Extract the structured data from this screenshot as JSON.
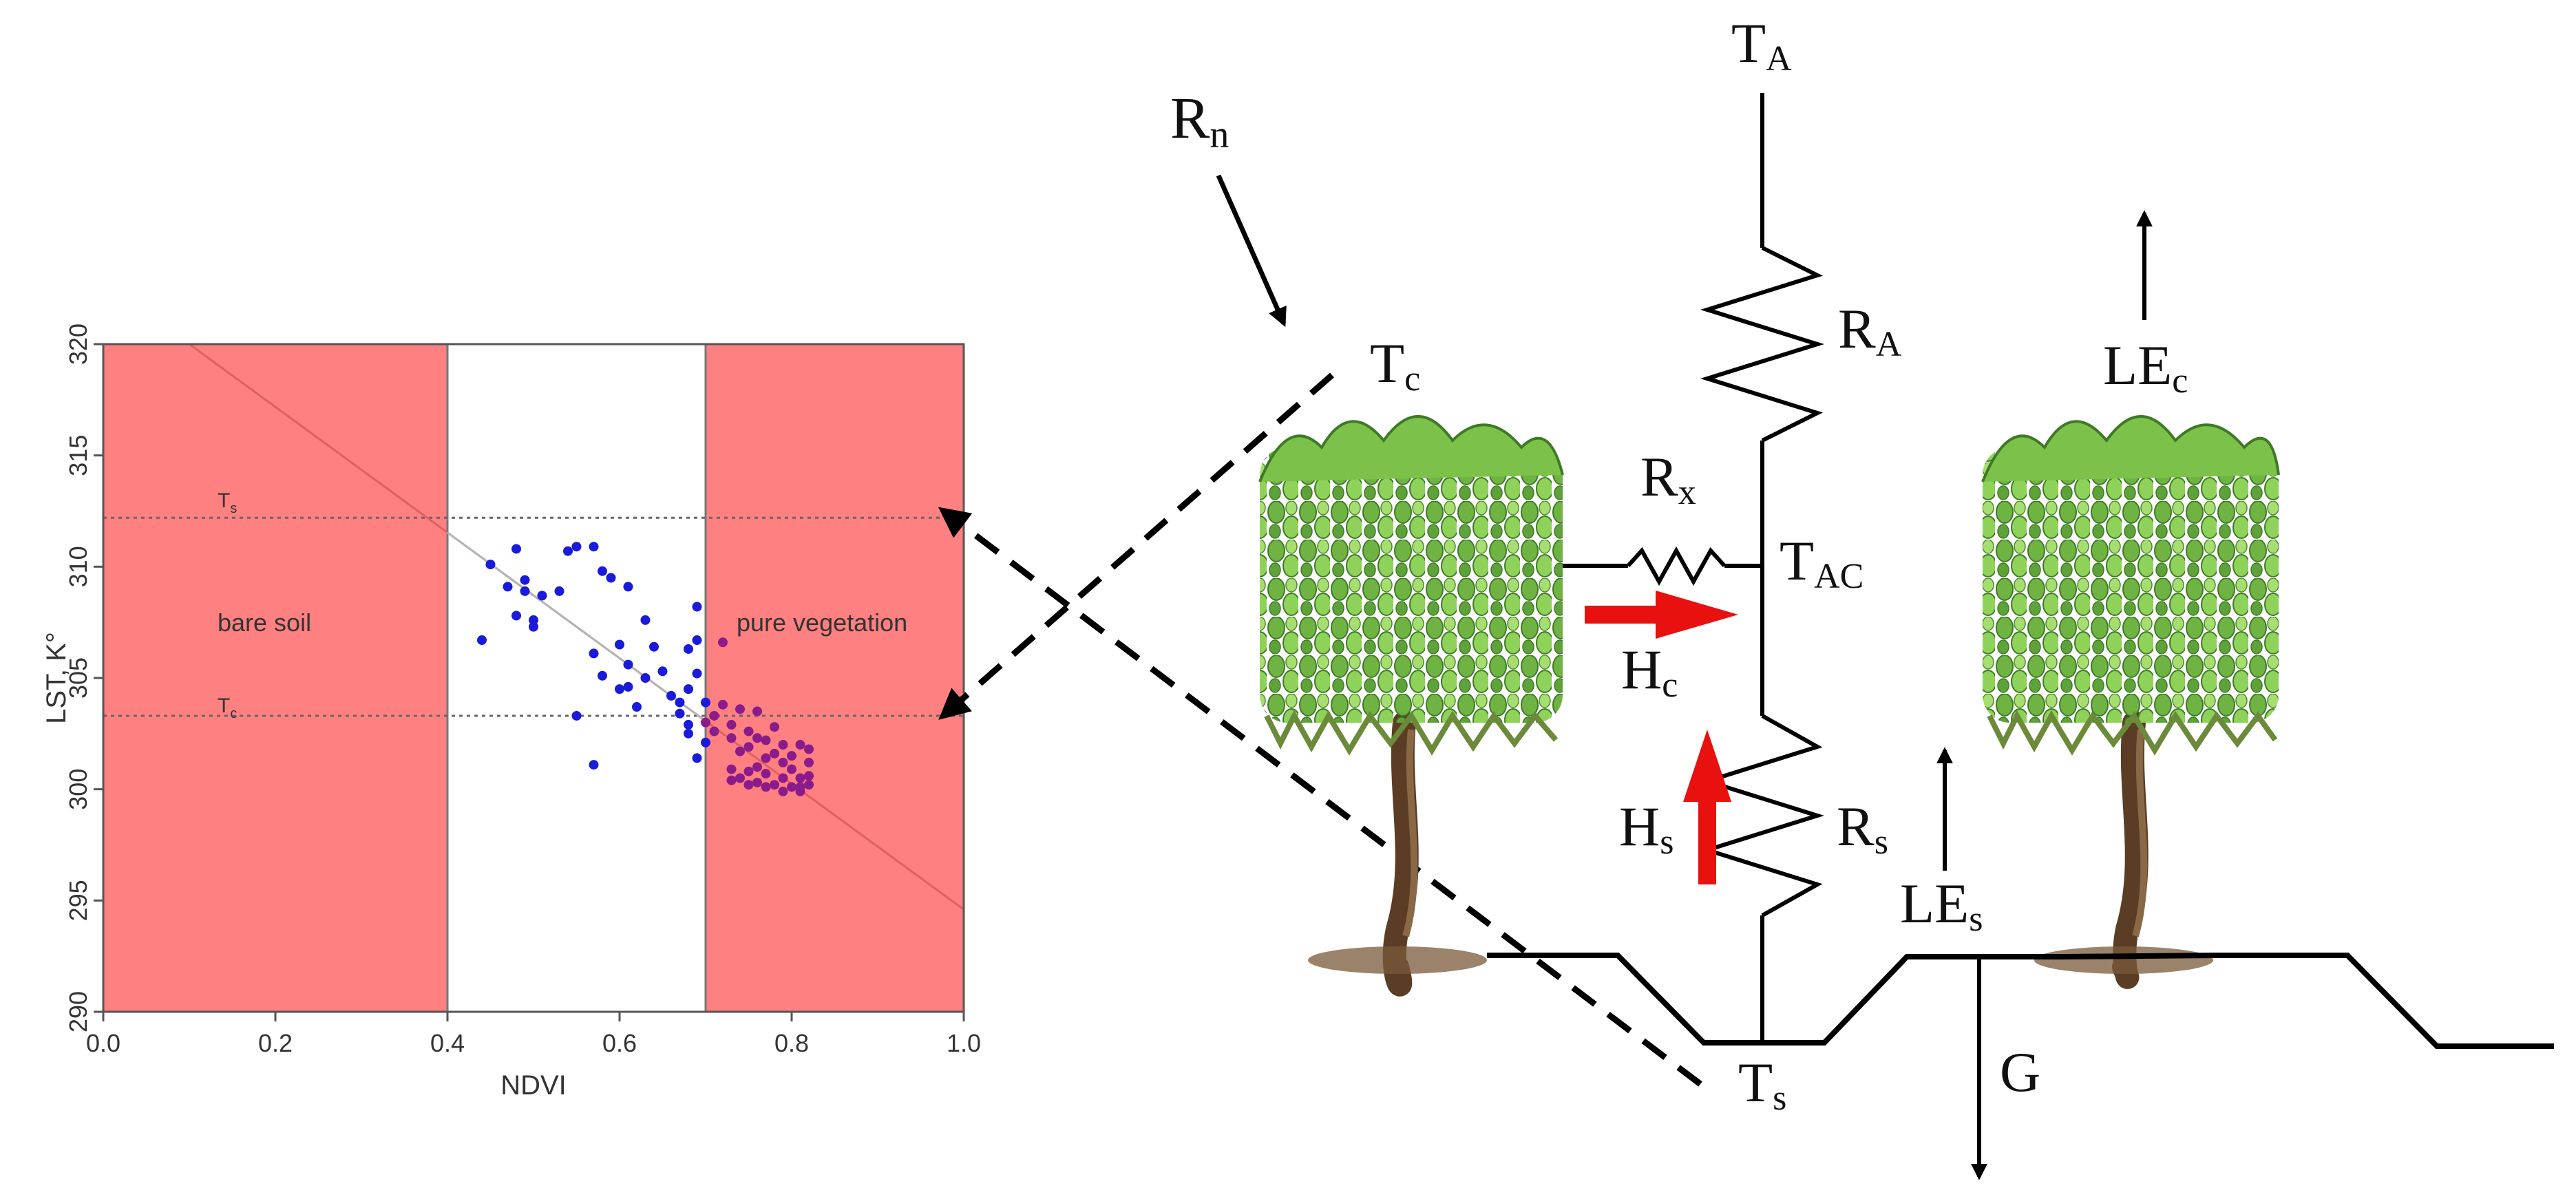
{
  "chart_data": {
    "type": "scatter",
    "xlabel": "NDVI",
    "ylabel": "LST, K°",
    "xlim": [
      0.0,
      1.0
    ],
    "ylim": [
      290,
      320
    ],
    "x_ticks": [
      "0.0",
      "0.2",
      "0.4",
      "0.6",
      "0.8",
      "1.0"
    ],
    "y_ticks": [
      "290",
      "295",
      "300",
      "305",
      "310",
      "315",
      "320"
    ],
    "regions": [
      {
        "label": "bare soil",
        "x_range": [
          0.0,
          0.4
        ],
        "color": "#ff8080"
      },
      {
        "label": "",
        "x_range": [
          0.4,
          0.7
        ],
        "color": "#ffffff"
      },
      {
        "label": "pure vegetation",
        "x_range": [
          0.7,
          1.0
        ],
        "color": "#ff8080"
      }
    ],
    "reference_lines": [
      {
        "label": "Ts",
        "y": 312.2
      },
      {
        "label": "Tc",
        "y": 303.3
      }
    ],
    "trend_line": {
      "x": [
        0.1,
        1.0
      ],
      "y": [
        320,
        294.6
      ],
      "color": "#e06060"
    },
    "series": [
      {
        "color": "#1a1adb",
        "points": [
          [
            0.44,
            306.7
          ],
          [
            0.45,
            310.1
          ],
          [
            0.47,
            309.1
          ],
          [
            0.48,
            307.8
          ],
          [
            0.48,
            310.8
          ],
          [
            0.49,
            309.4
          ],
          [
            0.49,
            308.9
          ],
          [
            0.5,
            307.6
          ],
          [
            0.5,
            307.3
          ],
          [
            0.51,
            308.7
          ],
          [
            0.53,
            308.9
          ],
          [
            0.54,
            310.7
          ],
          [
            0.55,
            310.9
          ],
          [
            0.55,
            303.3
          ],
          [
            0.57,
            310.9
          ],
          [
            0.57,
            301.1
          ],
          [
            0.57,
            306.1
          ],
          [
            0.58,
            305.1
          ],
          [
            0.58,
            309.8
          ],
          [
            0.59,
            309.5
          ],
          [
            0.6,
            304.5
          ],
          [
            0.6,
            306.5
          ],
          [
            0.61,
            304.6
          ],
          [
            0.61,
            309.1
          ],
          [
            0.61,
            305.6
          ],
          [
            0.62,
            303.7
          ],
          [
            0.63,
            305.0
          ],
          [
            0.63,
            307.6
          ],
          [
            0.64,
            306.4
          ],
          [
            0.65,
            305.3
          ],
          [
            0.66,
            304.2
          ],
          [
            0.67,
            303.4
          ],
          [
            0.67,
            303.9
          ],
          [
            0.68,
            302.5
          ],
          [
            0.68,
            304.5
          ],
          [
            0.68,
            306.3
          ],
          [
            0.68,
            302.9
          ],
          [
            0.69,
            308.2
          ],
          [
            0.69,
            301.4
          ],
          [
            0.69,
            306.7
          ],
          [
            0.69,
            305.2
          ],
          [
            0.7,
            303.9
          ],
          [
            0.7,
            302.1
          ]
        ]
      },
      {
        "color": "#8b1a8b",
        "points": [
          [
            0.7,
            303.0
          ],
          [
            0.71,
            302.6
          ],
          [
            0.71,
            303.3
          ],
          [
            0.72,
            306.6
          ],
          [
            0.72,
            303.8
          ],
          [
            0.73,
            302.9
          ],
          [
            0.73,
            300.9
          ],
          [
            0.73,
            302.3
          ],
          [
            0.74,
            300.5
          ],
          [
            0.74,
            301.7
          ],
          [
            0.74,
            303.6
          ],
          [
            0.75,
            302.6
          ],
          [
            0.75,
            300.8
          ],
          [
            0.75,
            301.9
          ],
          [
            0.76,
            303.5
          ],
          [
            0.76,
            300.3
          ],
          [
            0.76,
            302.3
          ],
          [
            0.77,
            300.7
          ],
          [
            0.77,
            301.4
          ],
          [
            0.77,
            302.2
          ],
          [
            0.78,
            300.2
          ],
          [
            0.78,
            301.6
          ],
          [
            0.78,
            302.8
          ],
          [
            0.79,
            301.2
          ],
          [
            0.79,
            300.5
          ],
          [
            0.79,
            302.0
          ],
          [
            0.8,
            300.9
          ],
          [
            0.8,
            300.1
          ],
          [
            0.8,
            301.5
          ],
          [
            0.81,
            300.5
          ],
          [
            0.81,
            302.0
          ],
          [
            0.81,
            300.1
          ],
          [
            0.82,
            301.2
          ],
          [
            0.82,
            300.6
          ],
          [
            0.82,
            300.2
          ],
          [
            0.82,
            301.8
          ],
          [
            0.73,
            300.4
          ],
          [
            0.75,
            300.2
          ],
          [
            0.77,
            300.1
          ],
          [
            0.79,
            299.9
          ],
          [
            0.81,
            299.9
          ],
          [
            0.76,
            301.0
          ]
        ]
      }
    ]
  },
  "diagram": {
    "labels": {
      "rn_main": "R",
      "rn_sub": "n",
      "ta_main": "T",
      "ta_sub": "A",
      "tc_main": "T",
      "tc_sub": "c",
      "ra_main": "R",
      "ra_sub": "A",
      "rx_main": "R",
      "rx_sub": "x",
      "tac_main": "T",
      "tac_sub": "AC",
      "hc_main": "H",
      "hc_sub": "c",
      "hs_main": "H",
      "hs_sub": "s",
      "rs_main": "R",
      "rs_sub": "s",
      "lec_main": "LE",
      "lec_sub": "c",
      "les_main": "LE",
      "les_sub": "s",
      "g_label": "G",
      "ts_main": "T",
      "ts_sub": "s"
    },
    "flux_arrow_color": "#e8110f"
  }
}
